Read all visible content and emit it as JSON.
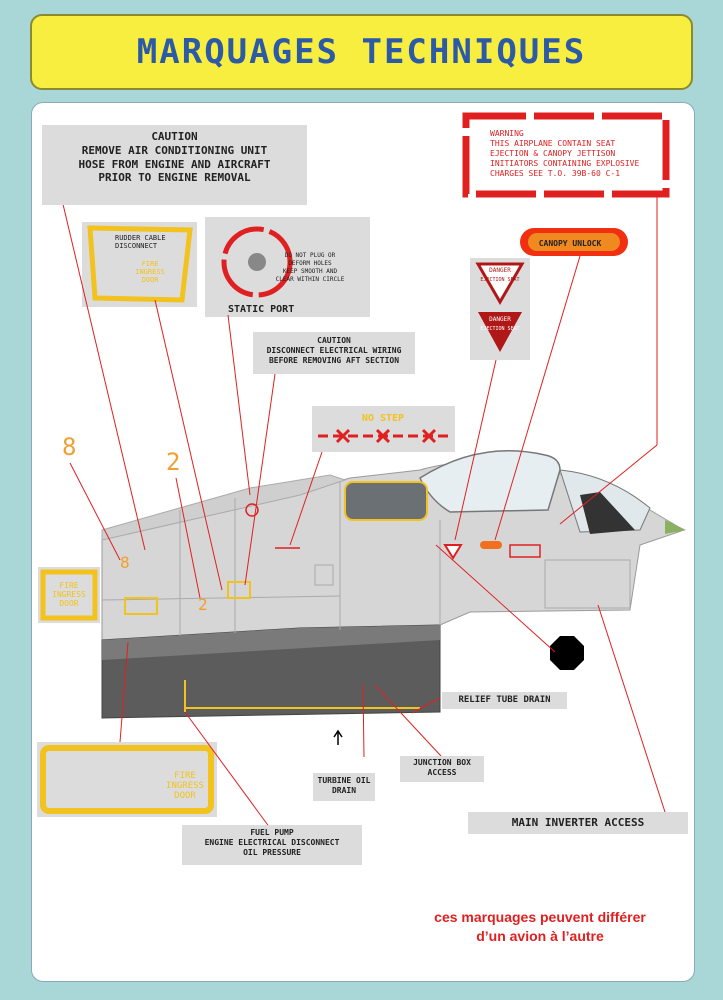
{
  "title": "MARQUAGES TECHNIQUES",
  "labels": {
    "caution_ac": [
      "CAUTION",
      "REMOVE AIR CONDITIONING UNIT",
      "HOSE FROM ENGINE AND AIRCRAFT",
      "PRIOR TO ENGINE REMOVAL"
    ],
    "rudder_cable": [
      "RUDDER CABLE",
      "DISCONNECT"
    ],
    "fire_ingress": [
      "FIRE",
      "INGRESS",
      "DOOR"
    ],
    "static_port_warning": [
      "DO NOT PLUG OR",
      "DEFORM HOLES",
      "KEEP SMOOTH AND",
      "CLEAR WITHIN CIRCLE"
    ],
    "static_port": "STATIC PORT",
    "caution_elec": [
      "CAUTION",
      "DISCONNECT ELECTRICAL WIRING",
      "BEFORE REMOVING AFT SECTION"
    ],
    "no_step": "NO STEP",
    "warning_seat": [
      "WARNING",
      "THIS AIRPLANE CONTAIN SEAT",
      "EJECTION & CANOPY JETTISON",
      "INITIATORS CONTAINING EXPLOSIVE",
      "CHARGES SEE T.O. 39B-60 C-1"
    ],
    "canopy_unlock": "CANOPY UNLOCK",
    "danger": "DANGER",
    "danger_sub": "EJECTION SEAT",
    "relief_tube": "RELIEF TUBE DRAIN",
    "junction_box": [
      "JUNCTION BOX",
      "ACCESS"
    ],
    "turbine_oil": [
      "TURBINE OIL",
      "DRAIN"
    ],
    "fuel_pump": [
      "FUEL PUMP",
      "ENGINE ELECTRICAL DISCONNECT",
      "OIL PRESSURE"
    ],
    "main_inverter": "MAIN INVERTER ACCESS",
    "number_8": "8",
    "number_2": "2"
  },
  "note": [
    "ces marquages peuvent différer",
    "d’un avion à l’autre"
  ],
  "colors": {
    "banner_bg": "#f7ee3f",
    "title": "#2c5aa6",
    "page_bg": "#a9d6d6",
    "leader_line": "#e02020",
    "fire_yellow": "#f2c21e",
    "orange_number": "#f0a030",
    "label_bg": "#dcdcdc",
    "fuselage": "#d6d6d6",
    "wing_dark": "#5a5a5a"
  }
}
